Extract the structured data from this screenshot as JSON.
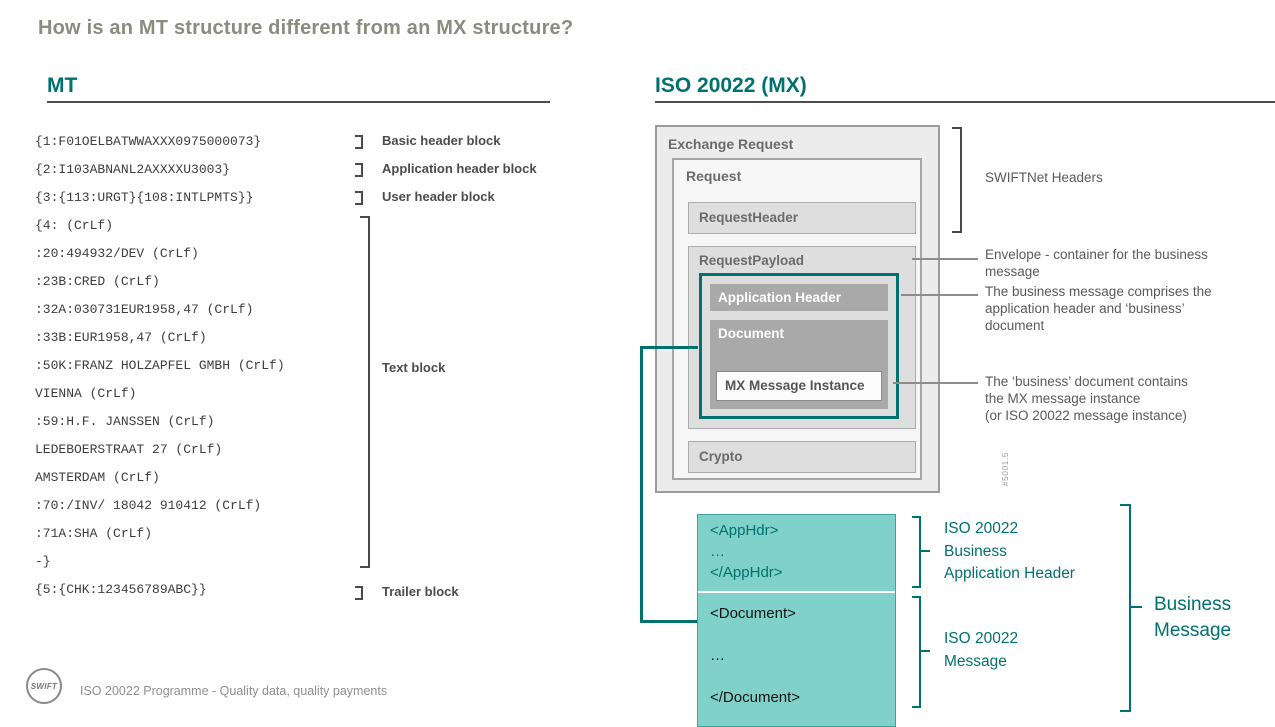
{
  "title": "How is an MT structure different from an MX structure?",
  "mt": {
    "heading": "MT",
    "code_lines": [
      "{1:F01OELBATWWAXXX0975000073}",
      "{2:I103ABNANL2AXXXXU3003}",
      "{3:{113:URGT}{108:INTLPMTS}}",
      "{4: (CrLf)",
      ":20:494932/DEV (CrLf)",
      ":23B:CRED (CrLf)",
      ":32A:030731EUR1958,47 (CrLf)",
      ":33B:EUR1958,47 (CrLf)",
      ":50K:FRANZ HOLZAPFEL GMBH (CrLf)",
      "VIENNA (CrLf)",
      ":59:H.F. JANSSEN (CrLf)",
      "LEDEBOERSTRAAT 27 (CrLf)",
      "AMSTERDAM (CrLf)",
      ":70:/INV/ 18042 910412 (CrLf)",
      ":71A:SHA (CrLf)",
      "-}",
      "{5:{CHK:123456789ABC}}"
    ],
    "block_labels": [
      "Basic header block",
      "Application header block",
      "User header block",
      "Text block",
      "Trailer block"
    ]
  },
  "mx": {
    "heading": "ISO 20022 (MX)",
    "boxes": {
      "exchange_request": "Exchange Request",
      "request": "Request",
      "request_header": "RequestHeader",
      "request_payload": "RequestPayload",
      "application_header": "Application Header",
      "document": "Document",
      "mx_message_instance": "MX Message Instance",
      "crypto": "Crypto"
    },
    "annotations": {
      "swiftnet_headers": "SWIFTNet Headers",
      "envelope": "Envelope - container for the business\nmessage",
      "business_message_note": "The business message comprises the\napplication header and ‘business’\ndocument",
      "business_document_note": "The ‘business’ document contains\nthe MX message instance\n(or ISO 20022 message instance)"
    },
    "code_box": {
      "apphdr_lines": [
        "<AppHdr>",
        "…",
        "</AppHdr>"
      ],
      "document_lines": [
        "<Document>",
        "…",
        "</Document>"
      ]
    },
    "labels": {
      "iso_bah": "ISO 20022\nBusiness\nApplication Header",
      "iso_message": "ISO 20022\nMessage",
      "business_message": "Business\nMessage"
    },
    "side_note": "#5001.5"
  },
  "footer": {
    "logo_text": "SWIFT",
    "text": "ISO 20022 Programme - Quality data, quality payments"
  },
  "colors": {
    "teal": "#00716f",
    "turquoise": "#7fd1c9",
    "title_gray": "#8b8b80"
  }
}
